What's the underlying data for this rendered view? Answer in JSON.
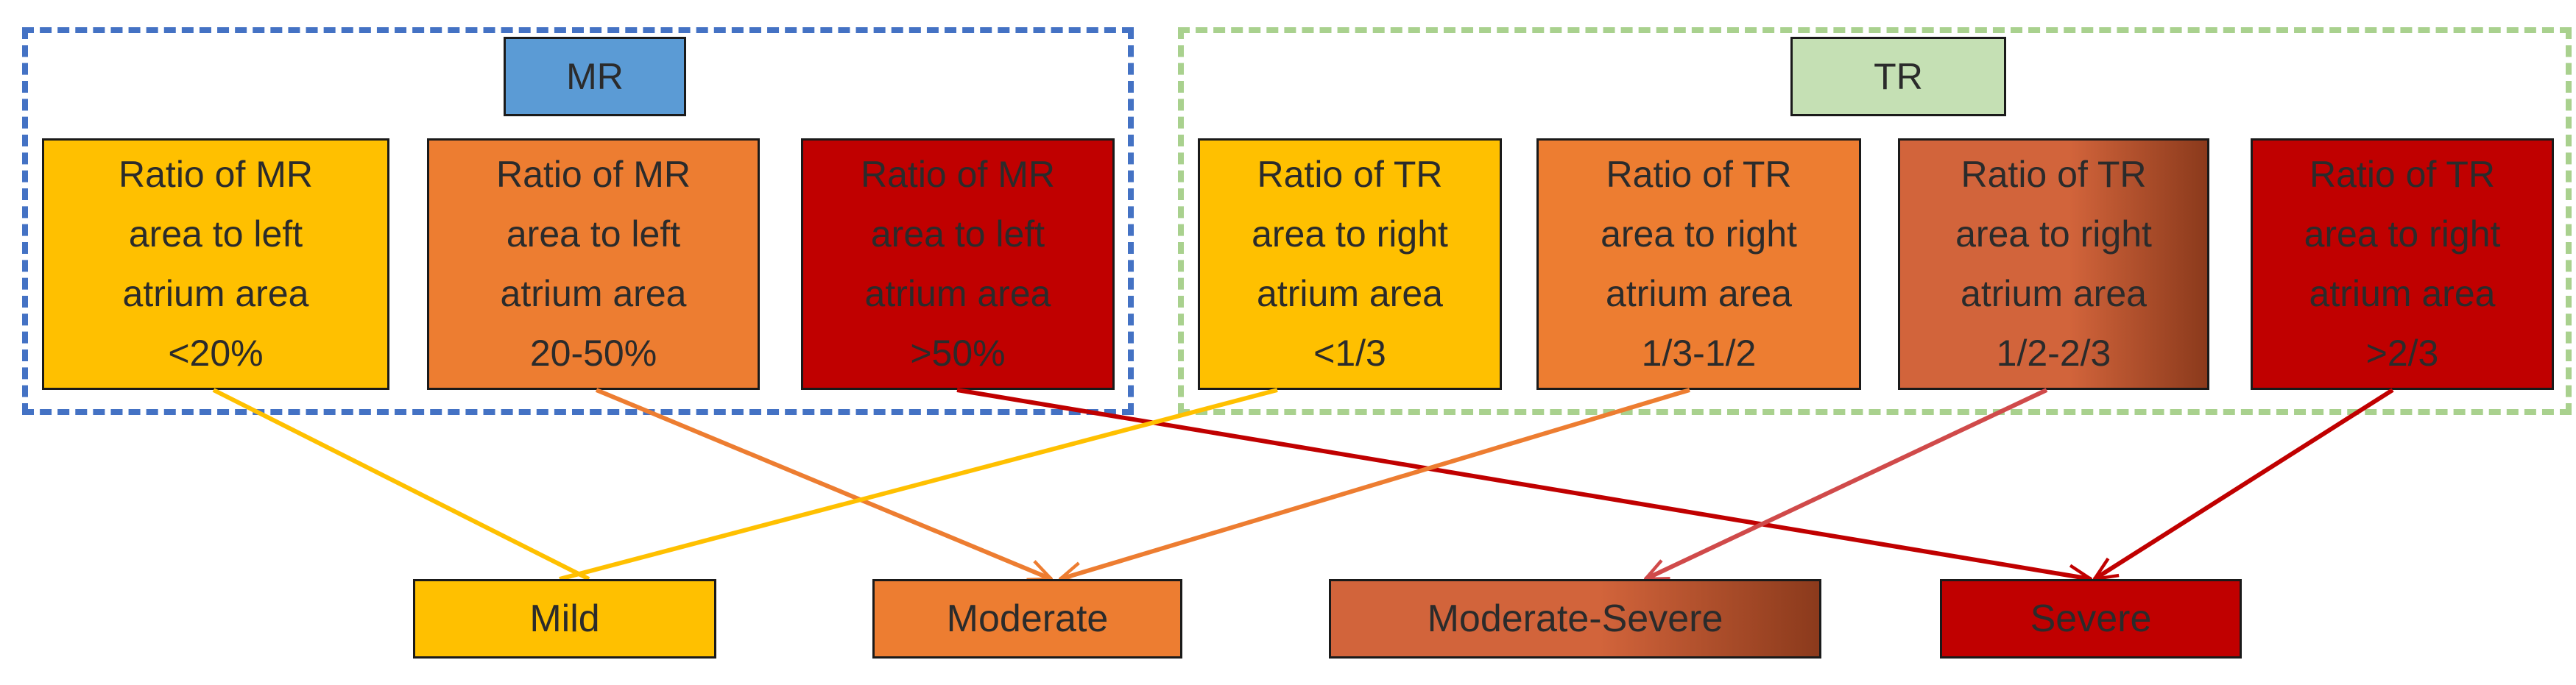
{
  "colors": {
    "mr_frame": "#4472c4",
    "tr_frame": "#a9d18e",
    "mr_header_fill": "#5b9bd5",
    "tr_header_fill": "#c5e0b4",
    "mild": "#ffc000",
    "moderate": "#ed7d31",
    "moderate_severe_start": "#d2643b",
    "moderate_severe_end": "#8b3a1c",
    "severe": "#c00000",
    "arrow_mild": "#ffc000",
    "arrow_moderate": "#ed7d31",
    "arrow_moderate_severe": "#d04a4a",
    "arrow_severe": "#c00000"
  },
  "mr": {
    "header": "MR",
    "criteria": [
      {
        "text": "Ratio of MR\narea to left\natrium area\n<20%",
        "level": "mild"
      },
      {
        "text": "Ratio of MR\narea to left\natrium area\n20-50%",
        "level": "moderate"
      },
      {
        "text": "Ratio of MR\narea to left\natrium area\n>50%",
        "level": "severe"
      }
    ]
  },
  "tr": {
    "header": "TR",
    "criteria": [
      {
        "text": "Ratio of TR\narea to right\natrium area\n<1/3",
        "level": "mild"
      },
      {
        "text": "Ratio of TR\narea to right\natrium area\n1/3-1/2",
        "level": "moderate"
      },
      {
        "text": "Ratio of TR\narea to right\natrium area\n1/2-2/3",
        "level": "moderate_severe"
      },
      {
        "text": "Ratio of TR\narea to right\natrium area\n>2/3",
        "level": "severe"
      }
    ]
  },
  "severity": {
    "mild": "Mild",
    "moderate": "Moderate",
    "moderate_severe": "Moderate-Severe",
    "severe": "Severe"
  }
}
